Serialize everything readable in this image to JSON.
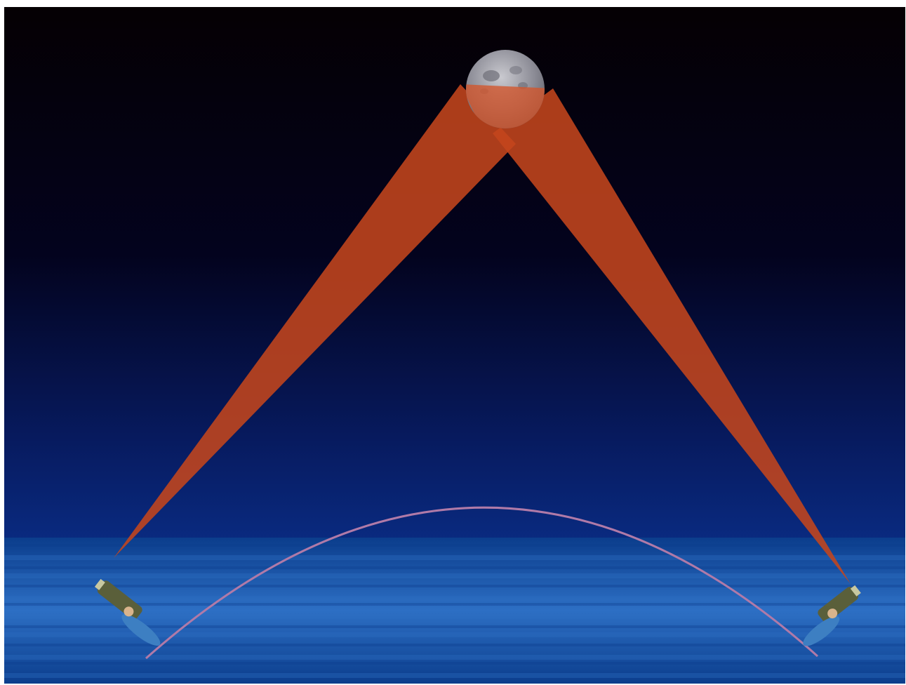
{
  "scene": {
    "subject": "lunar-parallax-diagram",
    "elements": [
      "sky",
      "sea",
      "moon",
      "sight-beam-left",
      "sight-beam-right",
      "earth-surface-arc",
      "observer-left",
      "observer-right"
    ]
  },
  "colors": {
    "frame": "#ffffff",
    "sky_top": "#050003",
    "sky_mid": "#03031e",
    "sky_low": "#071a5e",
    "horizon": "#0a2d86",
    "sea_dark": "#0b3d8c",
    "sea_light": "#2d6fc4",
    "beam": "#c4451c",
    "beam_edge": "#e0622f",
    "moon_gray": "#9a9aa3",
    "moon_red": "#d4552a",
    "arc": "#b07aa8",
    "telescope": "#5a5f3a",
    "observer": "#3d7fc2"
  },
  "icons": {
    "moon": "moon-icon",
    "observer_left": "telescope-observer-icon",
    "observer_right": "telescope-observer-icon"
  }
}
